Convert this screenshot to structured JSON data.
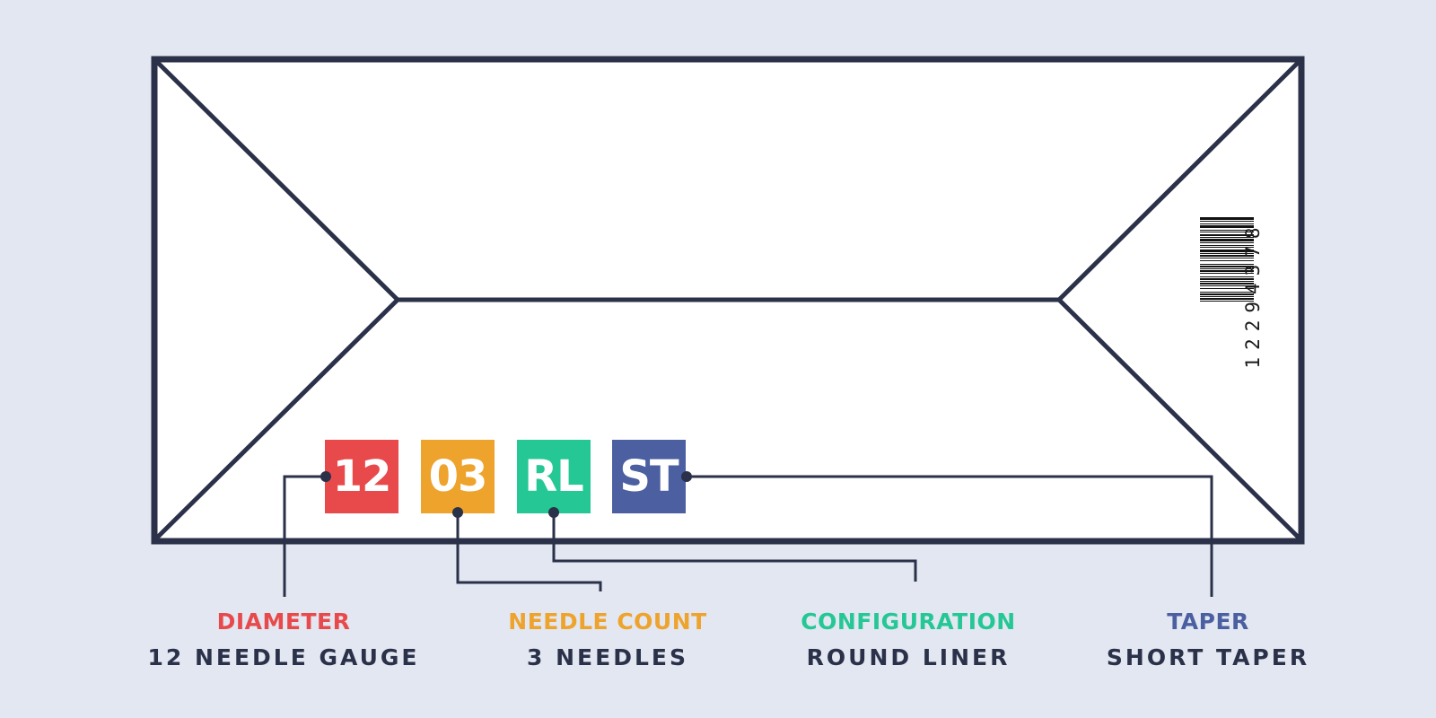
{
  "colors": {
    "background": "#e2e7f1",
    "outline": "#2a3149",
    "diameter": "#e84a4b",
    "needle_count": "#eea32c",
    "configuration": "#25c795",
    "taper": "#4b5fa1"
  },
  "codes": [
    {
      "key": "diameter",
      "text": "12",
      "color": "#e84a4b"
    },
    {
      "key": "needle_count",
      "text": "03",
      "color": "#eea32c"
    },
    {
      "key": "configuration",
      "text": "RL",
      "color": "#25c795"
    },
    {
      "key": "taper",
      "text": "ST",
      "color": "#4b5fa1"
    }
  ],
  "labels": [
    {
      "key": "diameter",
      "title": "DIAMETER",
      "value": "12 NEEDLE GAUGE",
      "color": "#e84a4b"
    },
    {
      "key": "needle_count",
      "title": "NEEDLE COUNT",
      "value": "3 NEEDLES",
      "color": "#eea32c"
    },
    {
      "key": "configuration",
      "title": "CONFIGURATION",
      "value": "ROUND LINER",
      "color": "#25c795"
    },
    {
      "key": "taper",
      "title": "TAPER",
      "value": "SHORT TAPER",
      "color": "#4b5fa1"
    }
  ],
  "barcode": {
    "number": "12294378"
  }
}
